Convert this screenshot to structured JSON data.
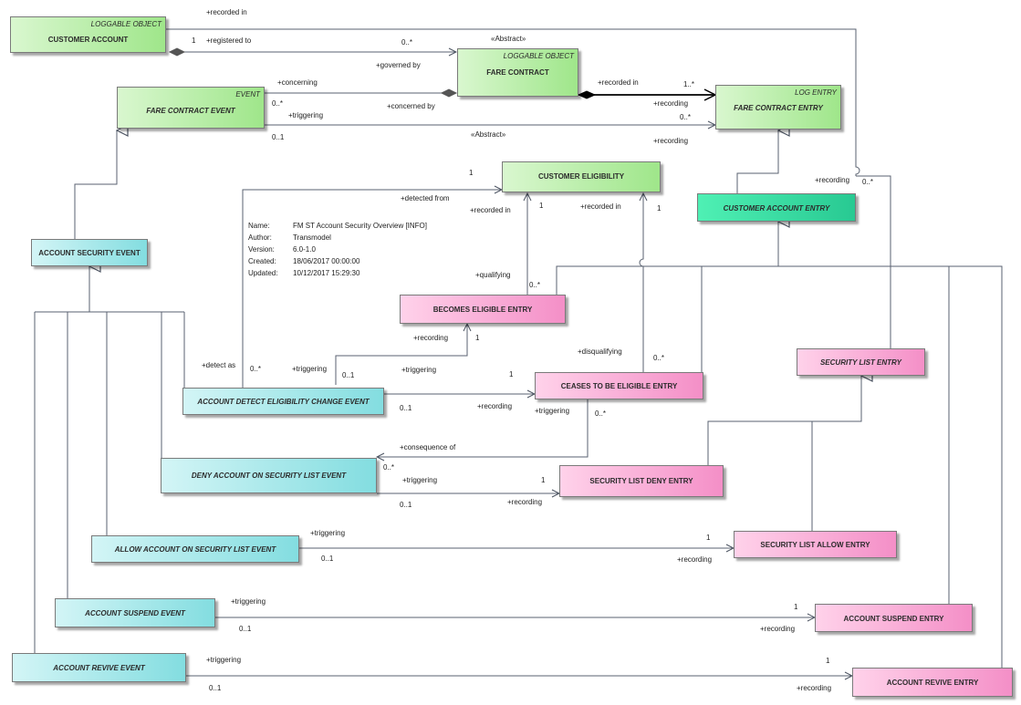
{
  "diagram_info": {
    "name_key": "Name:",
    "name": "FM ST Account Security Overview [INFO]",
    "author_key": "Author:",
    "author": "Transmodel",
    "version_key": "Version:",
    "version": "6.0-1.0",
    "created_key": "Created:",
    "created": "18/06/2017 00:00:00",
    "updated_key": "Updated:",
    "updated": "10/12/2017 15:29:30"
  },
  "classes": {
    "customer_account": {
      "stereotype": "LOGGABLE OBJECT",
      "name": "CUSTOMER ACCOUNT"
    },
    "fare_contract": {
      "stereotype": "LOGGABLE OBJECT",
      "name": "FARE CONTRACT"
    },
    "fare_contract_event": {
      "stereotype": "EVENT",
      "name": "FARE CONTRACT EVENT"
    },
    "fare_contract_entry": {
      "stereotype": "LOG ENTRY",
      "name": "FARE CONTRACT ENTRY"
    },
    "customer_eligibility": {
      "name": "CUSTOMER ELIGIBILITY"
    },
    "customer_account_entry": {
      "name": "CUSTOMER ACCOUNT ENTRY"
    },
    "account_security_event": {
      "name": "ACCOUNT SECURITY EVENT"
    },
    "becomes_eligible_entry": {
      "name": "BECOMES ELIGIBLE ENTRY"
    },
    "ceases_to_be_eligible_entry": {
      "name": "CEASES TO BE ELIGIBLE ENTRY"
    },
    "security_list_entry": {
      "name": "SECURITY LIST ENTRY"
    },
    "account_detect_eligibility_change_event": {
      "name": "ACCOUNT DETECT ELIGIBILITY CHANGE EVENT"
    },
    "deny_account_on_security_list_event": {
      "name": "DENY ACCOUNT ON SECURITY LIST EVENT"
    },
    "security_list_deny_entry": {
      "name": "SECURITY LIST DENY ENTRY"
    },
    "allow_account_on_security_list_event": {
      "name": "ALLOW ACCOUNT ON SECURITY LIST EVENT"
    },
    "security_list_allow_entry": {
      "name": "SECURITY LIST ALLOW ENTRY"
    },
    "account_suspend_event": {
      "name": "ACCOUNT SUSPEND EVENT"
    },
    "account_suspend_entry": {
      "name": "ACCOUNT SUSPEND ENTRY"
    },
    "account_revive_event": {
      "name": "ACCOUNT REVIVE EVENT"
    },
    "account_revive_entry": {
      "name": "ACCOUNT REVIVE ENTRY"
    }
  },
  "labels": {
    "recorded_in_top": "+recorded in",
    "registered_to": "+registered to",
    "ca_mult_1": "1",
    "ca_mult_0n": "0..*",
    "governed_by": "+governed by",
    "abstract_top": "«Abstract»",
    "fc_recorded_in": "+recorded in",
    "fc_mult_1n": "1..*",
    "fc_recording": "+recording",
    "concerning": "+concerning",
    "concerning_mult": "0..*",
    "concerned_by": "+concerned by",
    "triggering_fce": "+triggering",
    "fce_mult_01": "0..1",
    "fce_mult_0n": "0..*",
    "abstract_mid": "«Abstract»",
    "fce_recording": "+recording",
    "ce_mult_1_left": "1",
    "detected_from": "+detected from",
    "recorded_in_ce": "+recorded in",
    "ce_mult_1_a": "1",
    "recorded_in_ce2": "+recorded in",
    "ce_mult_1_b": "1",
    "cae_recording": "+recording",
    "cae_mult_0n": "0..*",
    "qualifying": "+qualifying",
    "bee_mult_0n": "0..*",
    "bee_recording": "+recording",
    "bee_mult_1": "1",
    "disqualifying": "+disqualifying",
    "cee_mult_0n_top": "0..*",
    "detect_as": "+detect as",
    "detect_as_mult": "0..*",
    "adec_triggering1": "+triggering",
    "adec_mult_01a": "0..1",
    "adec_triggering2": "+triggering",
    "cee_mult_1": "1",
    "adec_mult_01b": "0..1",
    "cee_recording": "+recording",
    "cee_triggering": "+triggering",
    "cee_mult_0n": "0..*",
    "consequence_of": "+consequence of",
    "deny_mult_0n": "0..*",
    "deny_triggering": "+triggering",
    "sld_mult_1": "1",
    "deny_mult_01": "0..1",
    "sld_recording": "+recording",
    "allow_triggering": "+triggering",
    "sla_mult_1": "1",
    "allow_mult_01": "0..1",
    "sla_recording": "+recording",
    "suspend_triggering": "+triggering",
    "ase_mult_1": "1",
    "suspend_mult_01": "0..1",
    "ase_recording": "+recording",
    "revive_triggering": "+triggering",
    "are_mult_1": "1",
    "revive_mult_01": "0..1",
    "are_recording": "+recording"
  },
  "colors": {
    "green": "#b5ee9f",
    "teal": "#3ddfa4",
    "cyan": "#a9e9ec",
    "pink": "#f7a9d6",
    "line": "#5a6270"
  }
}
